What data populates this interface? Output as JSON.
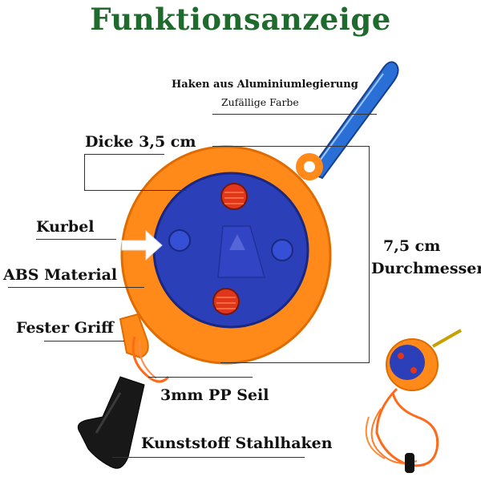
{
  "title": "Funktionsanzeige",
  "labels": {
    "hook": "Haken aus Aluminiumlegierung",
    "hook_color": "Zufällige Farbe",
    "thickness": "Dicke 3,5 cm",
    "crank": "Kurbel",
    "material": "ABS Material",
    "grip": "Fester Griff",
    "diameter_value": "7,5 cm",
    "diameter_label": "Durchmesser",
    "rope": "3mm PP Seil",
    "plastic_hook": "Kunststoff Stahlhaken"
  },
  "colors": {
    "title": "#1f6b2d",
    "reel_body": "#ff8a1a",
    "reel_face": "#2b3fb8",
    "carabiner": "#2a6fd6",
    "rope": "#ff6a1a"
  },
  "icons": {
    "arrow": "white-arrow-icon",
    "knob": "knob-icon",
    "brand_logo": "triangle-logo-icon"
  }
}
